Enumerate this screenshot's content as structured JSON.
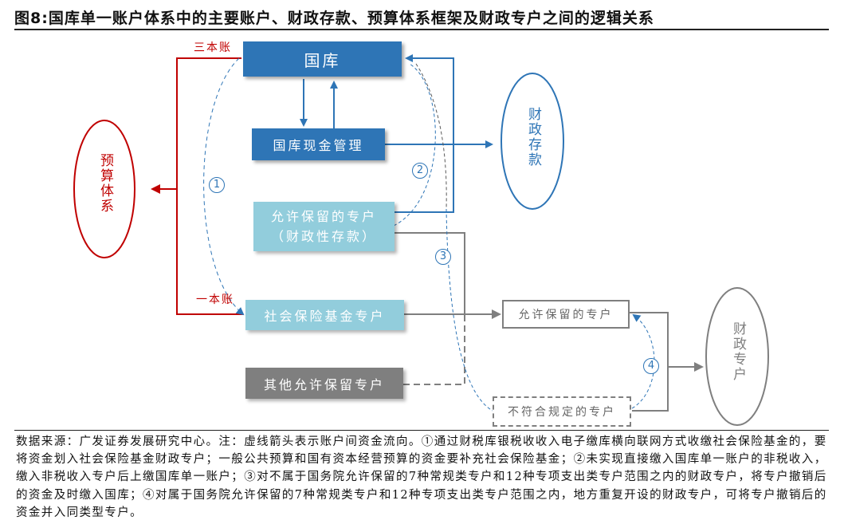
{
  "title": "图8:国库单一账户体系中的主要账户、财政存款、预算体系框架及财政专户之间的逻辑关系",
  "nodes": {
    "treasury": "国库",
    "treasury_cash_mgmt": "国库现金管理",
    "allowed_special_line1": "允许保留的专户",
    "allowed_special_line2": "（财政性存款）",
    "social_insurance": "社会保险基金专户",
    "other_allowed": "其他允许保留专户",
    "allowed_special_right": "允许保留的专户",
    "non_compliant": "不符合规定的专户",
    "budget_system": "预算体系",
    "fiscal_deposit": "财政存款",
    "fiscal_special": "财政专户"
  },
  "labels": {
    "three_books": "三本账",
    "one_book": "一本账",
    "flow1": "1",
    "flow2": "2",
    "flow3": "3",
    "flow4": "4"
  },
  "colors": {
    "dark_blue": "#2e75b6",
    "light_blue": "#92cddc",
    "gray": "#7f7f7f",
    "red": "#c00000"
  },
  "note": "数据来源：广发证券发展研究中心。注：虚线箭头表示账户间资金流向。①通过财税库银税收收入电子缴库横向联网方式收缴社会保险基金的，要将资金划入社会保险基金财政专户；一般公共预算和国有资本经营预算的资金要补充社会保险基金；②未实现直接缴入国库单一账户的非税收入，缴入非税收入专户后上缴国库单一账户；③对不属于国务院允许保留的7种常规类专户和12种专项支出类专户范围之内的财政专户，将专户撤销后的资金及时缴入国库；④对属于国务院允许保留的7种常规类专户和12种专项支出类专户范围之内，地方重复开设的财政专户，可将专户撤销后的资金并入同类型专户。"
}
